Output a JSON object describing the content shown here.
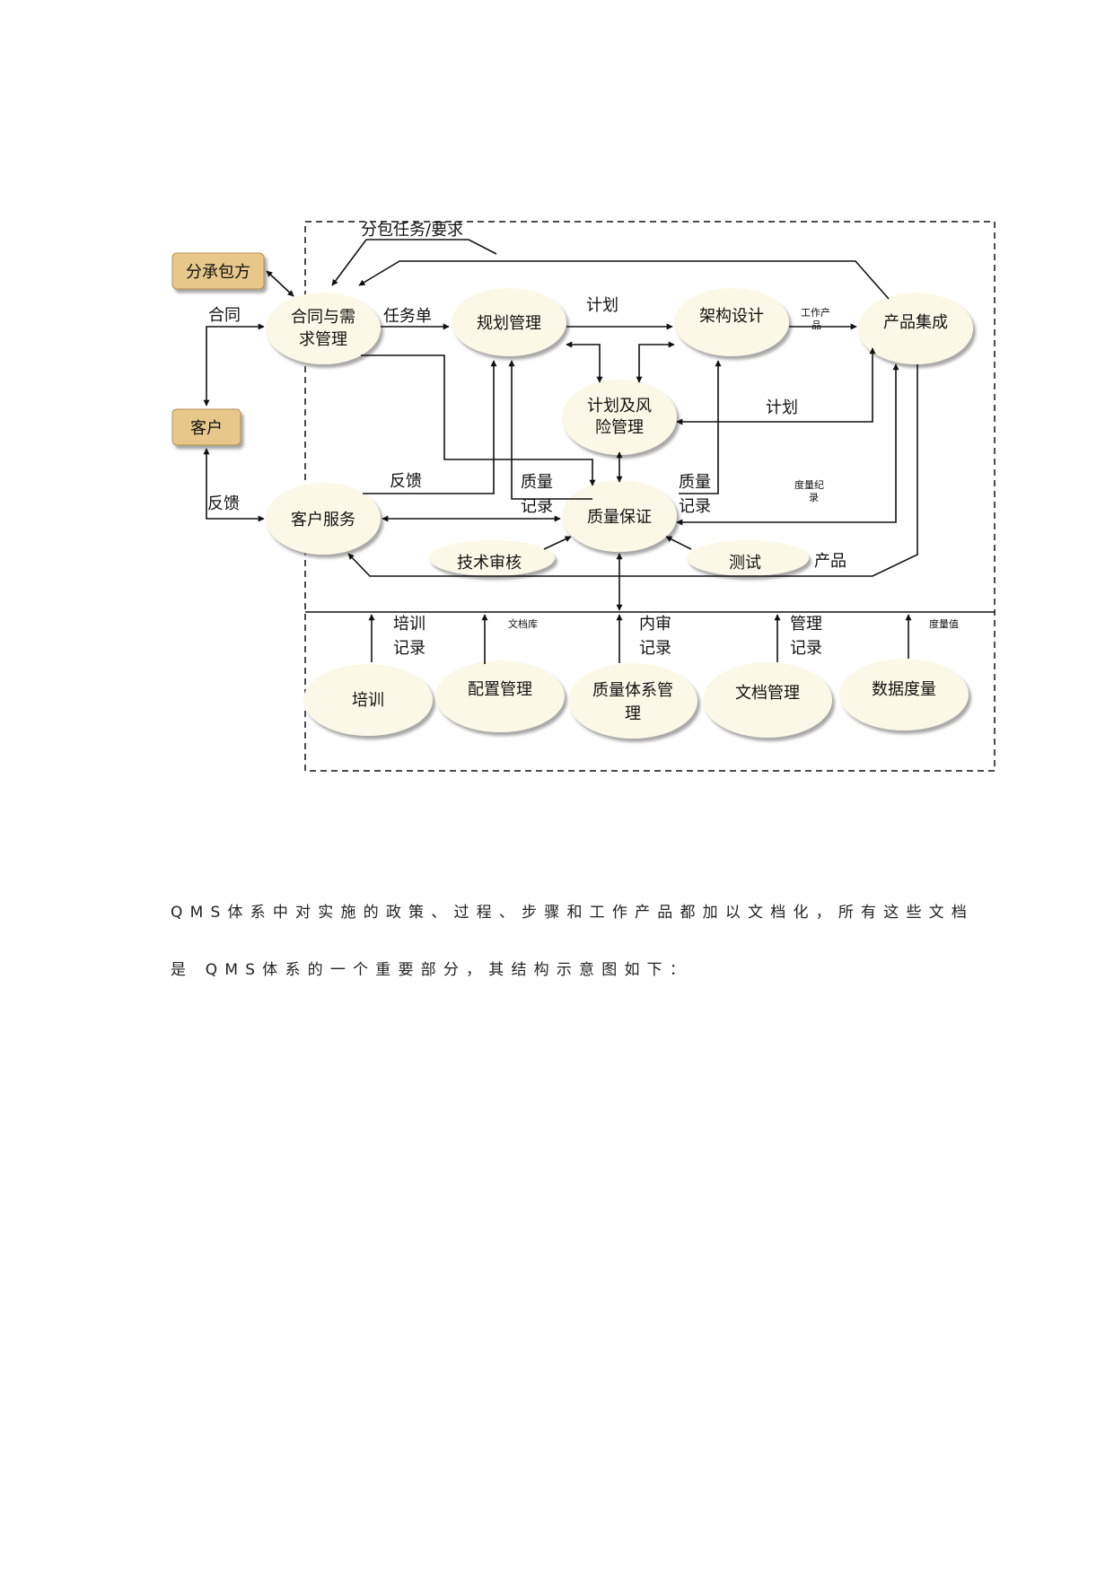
{
  "diagram": {
    "nodes": {
      "subcontractor": "分承包方",
      "customer": "客户",
      "contract_l1": "合同与需",
      "contract_l2": "求管理",
      "planning": "规划管理",
      "architecture": "架构设计",
      "integration": "产品集成",
      "risk_l1": "计划及风",
      "risk_l2": "险管理",
      "customer_service": "客户服务",
      "qa": "质量保证",
      "tech_review": "技术审核",
      "testing": "测试",
      "training": "培训",
      "config": "配置管理",
      "qms_l1": "质量体系管",
      "qms_l2": "理",
      "doc_mgmt": "文档管理",
      "metrics": "数据度量"
    },
    "labels": {
      "subcontract_task": "分包任务/要求",
      "contract": "合同",
      "task_list": "任务单",
      "plan_top": "计划",
      "work_product_l1": "工作产",
      "work_product_l2": "品",
      "plan_right": "计划",
      "feedback_top": "反馈",
      "feedback_left": "反馈",
      "quality_l1": "质量",
      "quality_l2": "记录",
      "quality_r1": "质量",
      "quality_r2": "记录",
      "metric_rec_l1": "度量纪",
      "metric_rec_l2": "录",
      "product": "产品",
      "training_rec_l1": "培训",
      "training_rec_l2": "记录",
      "doc_lib": "文档库",
      "audit_l1": "内审",
      "audit_l2": "记录",
      "mgmt_rec_l1": "管理",
      "mgmt_rec_l2": "记录",
      "metric_value": "度量值"
    }
  },
  "text": {
    "line1": "QMS体系中对实施的政策、过程、步骤和工作产品都加以文档化，所有这些文档",
    "line2": "是 QMS体系的一个重要部分，其结构示意图如下："
  },
  "colors": {
    "ellipse_fill": "#fcf8e8",
    "box_fill": "#e8c88a",
    "line": "#111111"
  }
}
